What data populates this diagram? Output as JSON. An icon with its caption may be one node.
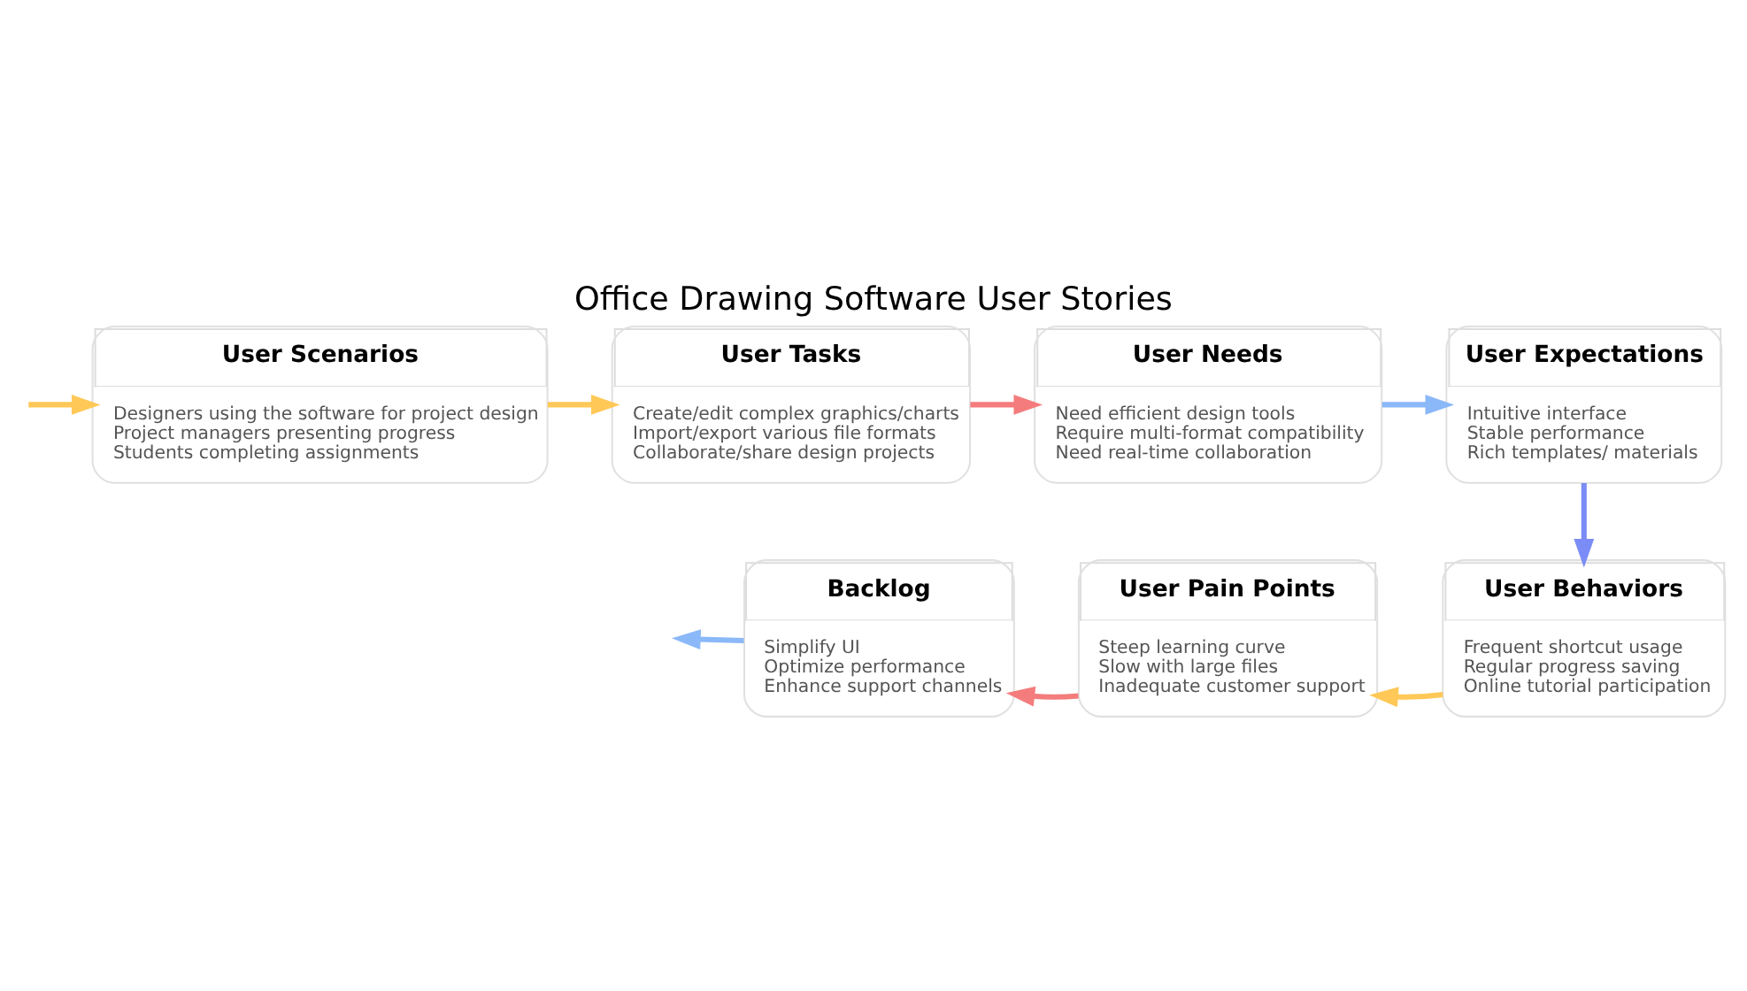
{
  "diagram": {
    "title": "Office Drawing Software User Stories",
    "nodes": [
      {
        "text": [
          "User Scenarios",
          "Designers using the software for project design",
          "Project managers presenting progress",
          "Students completing assignments"
        ]
      },
      {
        "text": [
          "User Tasks",
          "Create/edit complex graphics/charts",
          "Import/export various file formats",
          "Collaborate/share design projects"
        ]
      },
      {
        "text": [
          "User Needs",
          "Need efficient design tools",
          "Require multi-format compatibility",
          "Need real-time collaboration"
        ]
      },
      {
        "text": [
          "User Expectations",
          "Intuitive interface",
          "Stable performance",
          "Rich templates/ materials"
        ]
      },
      {
        "text": [
          "User Behaviors",
          "Frequent shortcut usage",
          "Regular progress saving",
          "Online tutorial participation"
        ]
      },
      {
        "text": [
          "User Pain Points",
          "Steep learning curve",
          "Slow with large files",
          "Inadequate customer support"
        ]
      },
      {
        "text": [
          "Backlog",
          "Simplify UI",
          "Optimize performance",
          "Enhance support channels"
        ]
      }
    ],
    "edges": [
      {
        "from": null,
        "to": 0,
        "arrow": "to",
        "color": "#ffc857"
      },
      {
        "from": 0,
        "to": 1,
        "arrow": "to",
        "color": "#ffc857"
      },
      {
        "from": 1,
        "to": 2,
        "arrow": "to",
        "color": "#f47c7c"
      },
      {
        "from": 2,
        "to": 3,
        "arrow": "to",
        "color": "#8ab8f8"
      },
      {
        "from": 3,
        "to": 4,
        "arrow": "to",
        "color": "#7b8cf6"
      },
      {
        "from": 4,
        "to": 5,
        "arrow": "to",
        "color": "#ffc857"
      },
      {
        "from": 5,
        "to": 6,
        "arrow": "to",
        "color": "#f47c7c"
      },
      {
        "from": 6,
        "to": null,
        "arrow": "to",
        "color": "#8ab8f8"
      }
    ]
  }
}
